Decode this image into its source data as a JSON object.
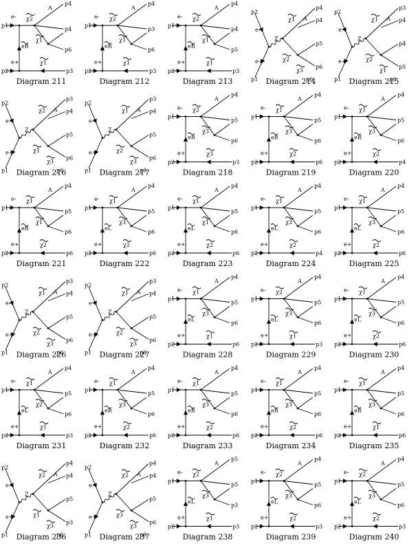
{
  "diagrams": [
    {
      "caption": "Diagram 211",
      "topology": "t",
      "labels": {
        "ti": "p1",
        "bi": "p2",
        "to": "p3",
        "bo": "p3",
        "tp": "e-",
        "bp": "e+",
        "prop": "eR",
        "tn": "χ2",
        "bn": "χ1",
        "a1": "A",
        "a1o": "p4",
        "d1": "χ1",
        "d1o": "p4",
        "d1b": "p6"
      }
    },
    {
      "caption": "Diagram 212",
      "topology": "t",
      "labels": {
        "ti": "p1",
        "bi": "p2",
        "to": "p4",
        "bo": "p3",
        "tp": "e-",
        "bp": "e+",
        "prop": "eR",
        "tn": "χ2",
        "bn": "χ1",
        "a1": "A",
        "a1o": "p4",
        "d1": "χ1",
        "d1o": "p3",
        "d1b": "p6"
      }
    },
    {
      "caption": "Diagram 213",
      "topology": "t",
      "labels": {
        "ti": "p1",
        "bi": "p2",
        "to": "p3",
        "bo": "p3",
        "tp": "e-",
        "bp": "e+",
        "prop": "eR",
        "tn": "χ2",
        "bn": "χ1",
        "a1": "A",
        "a1o": "p4",
        "d1": "χ1",
        "d1o": "p4",
        "d1b": "p5"
      }
    },
    {
      "caption": "Diagram 214",
      "topology": "s",
      "labels": {
        "ti": "p2",
        "bi": "p1",
        "to": "p4",
        "bo": "p6",
        "tp": "e-",
        "bp": "e+",
        "prop": "Z",
        "tn": "χ1",
        "bn": "χ2",
        "a1": "A",
        "a1o": "p4",
        "d1": "χ3",
        "d1o": "p5",
        "d1b": "p6"
      }
    },
    {
      "caption": "Diagram 215",
      "topology": "s",
      "labels": {
        "ti": "p2",
        "bi": "p1",
        "to": "p3",
        "bo": "p5",
        "tp": "e-",
        "bp": "e+",
        "prop": "Z",
        "tn": "χ1",
        "bn": "χ2",
        "a1": "A",
        "a1o": "p4",
        "d1": "χ1",
        "d1o": "p4",
        "d1b": "p6"
      }
    },
    {
      "caption": "Diagram 216",
      "topology": "s",
      "labels": {
        "ti": "p2",
        "bi": "p1",
        "to": "p3",
        "bo": "p6",
        "tp": "e-",
        "bp": "e+",
        "prop": "Z",
        "tn": "χ2",
        "bn": "χ1",
        "a1": "A",
        "a1o": "p4",
        "d1": "χ3",
        "d1o": "p5",
        "d1b": "p6"
      }
    },
    {
      "caption": "Diagram 217",
      "topology": "s",
      "labels": {
        "ti": "p2",
        "bi": "p1",
        "to": "p3",
        "bo": "p6",
        "tp": "e-",
        "bp": "e+",
        "prop": "Z",
        "tn": "χ1",
        "bn": "χ2",
        "a1": "A",
        "a1o": "p4",
        "d1": "χ3",
        "d1o": "p5",
        "d1b": "p6"
      }
    },
    {
      "caption": "Diagram 218",
      "topology": "t",
      "labels": {
        "ti": "p1",
        "bi": "p2",
        "to": "p4",
        "bo": "p3",
        "tp": "e-",
        "bp": "e+",
        "prop": "eR",
        "tn": "χ2",
        "bn": "χ3",
        "a1": "A",
        "a1o": "p4",
        "d1": "χ3",
        "d1o": "p5",
        "d1b": "p6"
      }
    },
    {
      "caption": "Diagram 219",
      "topology": "t",
      "labels": {
        "ti": "p1",
        "bi": "p2",
        "to": "p3",
        "bo": "p6",
        "tp": "e-",
        "bp": "e+",
        "prop": "eR",
        "tn": "χ1",
        "bn": "χ2",
        "a1": "A",
        "a1o": "p4",
        "d1": "χ3",
        "d1o": "p5",
        "d1b": "p6"
      }
    },
    {
      "caption": "Diagram 220",
      "topology": "t",
      "labels": {
        "ti": "p1",
        "bi": "p2",
        "to": "p3",
        "bo": "p4",
        "tp": "e-",
        "bp": "e+",
        "prop": "eR",
        "tn": "χ1",
        "bn": "χ2",
        "a1": "A",
        "a1o": "p4",
        "d1": "χ3",
        "d1o": "p5",
        "d1b": "p6"
      }
    },
    {
      "caption": "Diagram 221",
      "topology": "t",
      "labels": {
        "ti": "p1",
        "bi": "p2",
        "to": "p3",
        "bo": "p6",
        "tp": "e-",
        "bp": "e+",
        "prop": "eR",
        "tn": "χ1",
        "bn": "χ2",
        "a1": "A",
        "a1o": "p4",
        "d1": "χ1",
        "d1o": "p5",
        "d1b": "p6"
      }
    },
    {
      "caption": "Diagram 222",
      "topology": "t",
      "labels": {
        "ti": "p1",
        "bi": "p2",
        "to": "p3",
        "bo": "p6",
        "tp": "e-",
        "bp": "e+",
        "prop": "eL",
        "tn": "χ1",
        "bn": "χ2",
        "a1": "A",
        "a1o": "p4",
        "d1": "χ3",
        "d1o": "p5",
        "d1b": "p6"
      }
    },
    {
      "caption": "Diagram 223",
      "topology": "t",
      "labels": {
        "ti": "p1",
        "bi": "p2",
        "to": "p3",
        "bo": "p6",
        "tp": "e-",
        "bp": "e+",
        "prop": "eL",
        "tn": "χ1",
        "bn": "χ2",
        "a1": "A",
        "a1o": "p4",
        "d1": "χ1",
        "d1o": "p5",
        "d1b": "p6"
      }
    },
    {
      "caption": "Diagram 224",
      "topology": "t",
      "labels": {
        "ti": "p1",
        "bi": "p2",
        "to": "p3",
        "bo": "p4",
        "tp": "e-",
        "bp": "e+",
        "prop": "eL",
        "tn": "χ1",
        "bn": "χ2",
        "a1": "A",
        "a1o": "p4",
        "d1": "χ3",
        "d1o": "p5",
        "d1b": "p6"
      }
    },
    {
      "caption": "Diagram 225",
      "topology": "t",
      "labels": {
        "ti": "p1",
        "bi": "p2",
        "to": "p3",
        "bo": "p6",
        "tp": "e-",
        "bp": "e+",
        "prop": "eL",
        "tn": "χ1",
        "bn": "χ2",
        "a1": "A",
        "a1o": "p4",
        "d1": "χ3",
        "d1o": "p5",
        "d1b": "p6"
      }
    },
    {
      "caption": "Diagram 226",
      "topology": "s",
      "labels": {
        "ti": "p2",
        "bi": "p1",
        "to": "p3",
        "bo": "p6",
        "tp": "e-",
        "bp": "e+",
        "prop": "Z",
        "tn": "χ1",
        "bn": "χ2",
        "a1": "A",
        "a1o": "p4",
        "d1": "χ3",
        "d1o": "p5",
        "d1b": "p6"
      }
    },
    {
      "caption": "Diagram 227",
      "topology": "s",
      "labels": {
        "ti": "p2",
        "bi": "p1",
        "to": "p3",
        "bo": "p6",
        "tp": "e-",
        "bp": "e+",
        "prop": "Z",
        "tn": "χ1",
        "bn": "χ2",
        "a1": "A",
        "a1o": "p4",
        "d1": "χ3",
        "d1o": "p5",
        "d1b": "p6"
      }
    },
    {
      "caption": "Diagram 228",
      "topology": "t",
      "labels": {
        "ti": "p1",
        "bi": "p2",
        "to": "p3",
        "bo": "p6",
        "tp": "e-",
        "bp": "e+",
        "prop": "eL",
        "tn": "χ1",
        "bn": "χ1",
        "a1": "A",
        "a1o": "p4",
        "d1": "χ3",
        "d1o": "p5",
        "d1b": "p6"
      }
    },
    {
      "caption": "Diagram 229",
      "topology": "t",
      "labels": {
        "ti": "p1",
        "bi": "p2",
        "to": "p4",
        "bo": "p3",
        "tp": "e-",
        "bp": "e+",
        "prop": "eL",
        "tn": "χ2",
        "bn": "χ1",
        "a1": "A",
        "a1o": "p4",
        "d1": "χ3",
        "d1o": "p5",
        "d1b": "p6"
      }
    },
    {
      "caption": "Diagram 230",
      "topology": "t",
      "labels": {
        "ti": "p1",
        "bi": "p2",
        "to": "p3",
        "bo": "p6",
        "tp": "e-",
        "bp": "e+",
        "prop": "eL",
        "tn": "χ1",
        "bn": "χ2",
        "a1": "A",
        "a1o": "p4",
        "d1": "χ3",
        "d1o": "p5",
        "d1b": "p6"
      }
    },
    {
      "caption": "Diagram 231",
      "topology": "t",
      "labels": {
        "ti": "p1",
        "bi": "p2",
        "to": "p4",
        "bo": "p3",
        "tp": "e-",
        "bp": "e+",
        "prop": "eL",
        "tn": "χ1",
        "bn": "χ1",
        "a1": "A",
        "a1o": "p4",
        "d1": "χ2",
        "d1o": "p5",
        "d1b": "p6"
      }
    },
    {
      "caption": "Diagram 232",
      "topology": "t",
      "labels": {
        "ti": "p1",
        "bi": "p2",
        "to": "p3",
        "bo": "p6",
        "tp": "e-",
        "bp": "e+",
        "prop": "eR",
        "tn": "χ1",
        "bn": "χ2",
        "a1": "A",
        "a1o": "p4",
        "d1": "χ3",
        "d1o": "p5",
        "d1b": "p6"
      }
    },
    {
      "caption": "Diagram 233",
      "topology": "t",
      "labels": {
        "ti": "p1",
        "bi": "p2",
        "to": "p3",
        "bo": "p6",
        "tp": "e-",
        "bp": "e+",
        "prop": "eR",
        "tn": "χ1",
        "bn": "χ2",
        "a1": "A",
        "a1o": "p4",
        "d1": "χ3",
        "d1o": "p5",
        "d1b": "p6"
      }
    },
    {
      "caption": "Diagram 234",
      "topology": "t",
      "labels": {
        "ti": "p1",
        "bi": "p2",
        "to": "p3",
        "bo": "p6",
        "tp": "e-",
        "bp": "e+",
        "prop": "eR",
        "tn": "χ1",
        "bn": "χ2",
        "a1": "A",
        "a1o": "p4",
        "d1": "χ3",
        "d1o": "p5",
        "d1b": "p6"
      }
    },
    {
      "caption": "Diagram 235",
      "topology": "t",
      "labels": {
        "ti": "p1",
        "bi": "p2",
        "to": "p3",
        "bo": "p6",
        "tp": "e-",
        "bp": "e+",
        "prop": "eR",
        "tn": "χ1",
        "bn": "χ1",
        "a1": "A",
        "a1o": "p4",
        "d1": "χ3",
        "d1o": "p5",
        "d1b": "p6"
      }
    },
    {
      "caption": "Diagram 236",
      "topology": "s",
      "labels": {
        "ti": "p2",
        "bi": "p1",
        "to": "p4",
        "bo": "p3",
        "tp": "e-",
        "bp": "e+",
        "prop": "Z",
        "tn": "χ2",
        "bn": "χ1",
        "a1": "A",
        "a1o": "p4",
        "d1": "χ3",
        "d1o": "p5",
        "d1b": "p6"
      }
    },
    {
      "caption": "Diagram 237",
      "topology": "s",
      "labels": {
        "ti": "p2",
        "bi": "p1",
        "to": "p4",
        "bo": "p6",
        "tp": "e-",
        "bp": "e+",
        "prop": "Z",
        "tn": "χ2",
        "bn": "χ3",
        "a1": "A",
        "a1o": "p4",
        "d1": "χ3",
        "d1o": "p5",
        "d1b": "p6"
      }
    },
    {
      "caption": "Diagram 238",
      "topology": "t",
      "labels": {
        "ti": "p1",
        "bi": "p2",
        "to": "p4",
        "bo": "p3",
        "tp": "e-",
        "bp": "e+",
        "prop": "eL",
        "tn": "χ2",
        "bn": "χ1",
        "a1": "A",
        "a1o": "p5",
        "d1": "χ3",
        "d1o": "p5",
        "d1b": "p3"
      }
    },
    {
      "caption": "Diagram 239",
      "topology": "t",
      "labels": {
        "ti": "p1",
        "bi": "p2",
        "to": "p4",
        "bo": "p3",
        "tp": "e-",
        "bp": "e+",
        "prop": "eL",
        "tn": "χ2",
        "bn": "χ2",
        "a1": "A",
        "a1o": "p4",
        "d1": "χ3",
        "d1o": "p5",
        "d1b": "p6"
      }
    },
    {
      "caption": "Diagram 240",
      "topology": "t",
      "labels": {
        "ti": "p1",
        "bi": "p2",
        "to": "p4",
        "bo": "p3",
        "tp": "e-",
        "bp": "e+",
        "prop": "eL",
        "tn": "χ2",
        "bn": "χ2",
        "a1": "A",
        "a1o": "p4",
        "d1": "χ3",
        "d1o": "p5",
        "d1b": "p6"
      }
    }
  ]
}
